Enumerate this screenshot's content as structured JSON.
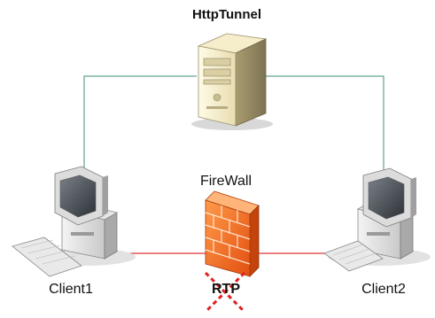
{
  "diagram": {
    "title": "HttpTunnel",
    "firewall_label": "FireWall",
    "client1_label": "Client1",
    "client2_label": "Client2",
    "blocked_label": "RTP"
  },
  "icons": {
    "server": "server-tower-icon",
    "firewall": "firewall-brick-icon",
    "client1": "desktop-computer-icon",
    "client2": "desktop-computer-icon",
    "blocked": "x-cross-icon"
  },
  "colors": {
    "tunnel_line": "#3f8f6f",
    "rtp_line": "#e03030",
    "firewall_orange": "#f26a1f",
    "blocked_cross": "#e02020"
  }
}
